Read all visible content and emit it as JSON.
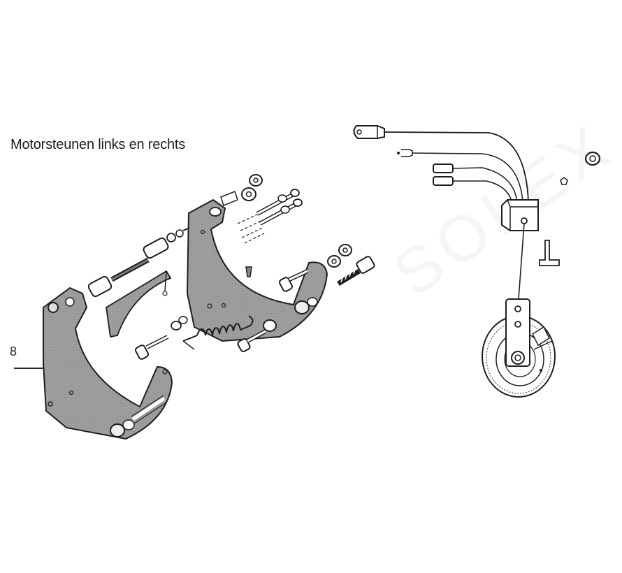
{
  "diagram": {
    "caption": "Motorsteunen links en rechts",
    "callouts": [
      {
        "number": "8",
        "target": "left-engine-bracket"
      }
    ],
    "watermark": "SOLEX",
    "colors": {
      "background": "#ffffff",
      "line": "#222222",
      "plate_fill": "#9c9c9c",
      "text": "#1e1e1e"
    },
    "parts": [
      "left-engine-bracket",
      "right-engine-bracket",
      "tension-spring",
      "spacer-sleeve",
      "through-bolt",
      "support-strut",
      "bolts",
      "nuts-washers",
      "wiring-harness",
      "junction-box",
      "pulley-wheel",
      "t-bracket"
    ]
  }
}
